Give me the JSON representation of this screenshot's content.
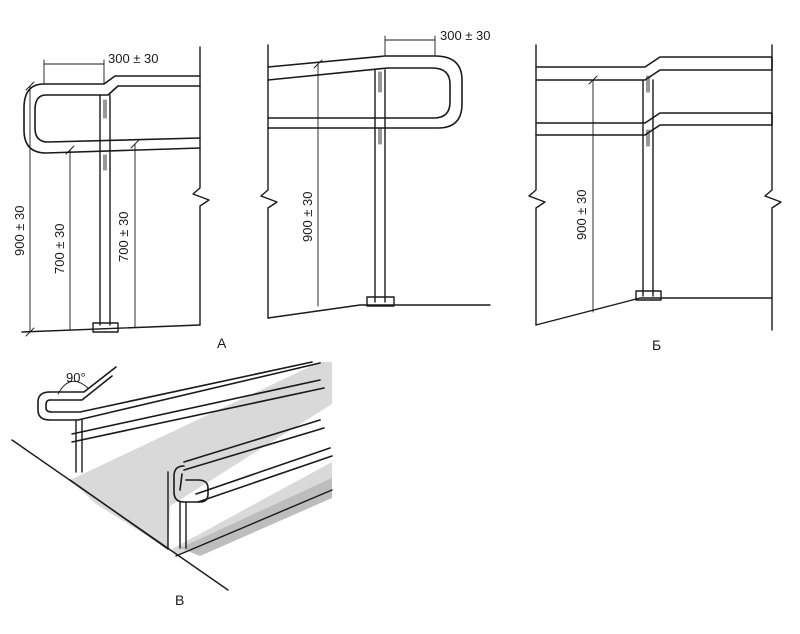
{
  "figure_a": {
    "label": "А",
    "dim_top": "300 ± 30",
    "dim_height_outer": "900 ± 30",
    "dim_height_lower": "700 ± 30",
    "dim_height_lower_right": "700 ± 30"
  },
  "figure_a2": {
    "dim_top": "300 ± 30",
    "dim_height": "900 ± 30"
  },
  "figure_b": {
    "label": "Б",
    "dim_height": "900 ± 30"
  },
  "figure_c": {
    "label": "В",
    "angle": "90°"
  },
  "colors": {
    "line": "#1a1a1a",
    "floor": "#d9d9d9",
    "floor_shadow": "#bdbdbd"
  }
}
